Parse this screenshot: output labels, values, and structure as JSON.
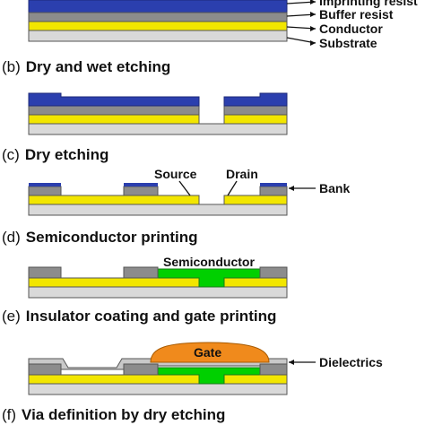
{
  "legend": {
    "imprinting_resist": "Imprinting resist",
    "buffer_resist": "Buffer resist",
    "conductor": "Conductor",
    "substrate": "Substrate",
    "bank": "Bank",
    "dielectrics": "Dielectrics"
  },
  "labels": {
    "source": "Source",
    "drain": "Drain",
    "semiconductor": "Semiconductor",
    "gate": "Gate"
  },
  "steps": [
    {
      "tag": "(b)",
      "title": "Dry and wet etching"
    },
    {
      "tag": "(c)",
      "title": "Dry etching"
    },
    {
      "tag": "(d)",
      "title": "Semiconductor printing"
    },
    {
      "tag": "(e)",
      "title": "Insulator coating and gate printing"
    },
    {
      "tag": "(f)",
      "title": "Via definition by dry etching"
    }
  ],
  "colors": {
    "imprint": "#2b3fae",
    "buffer": "#8c8c8c",
    "conductor": "#f2e600",
    "substrate": "#d9d9d9",
    "semiconductor": "#00d000",
    "gate": "#f08a1c",
    "dielectric": "#c9c9c9"
  }
}
